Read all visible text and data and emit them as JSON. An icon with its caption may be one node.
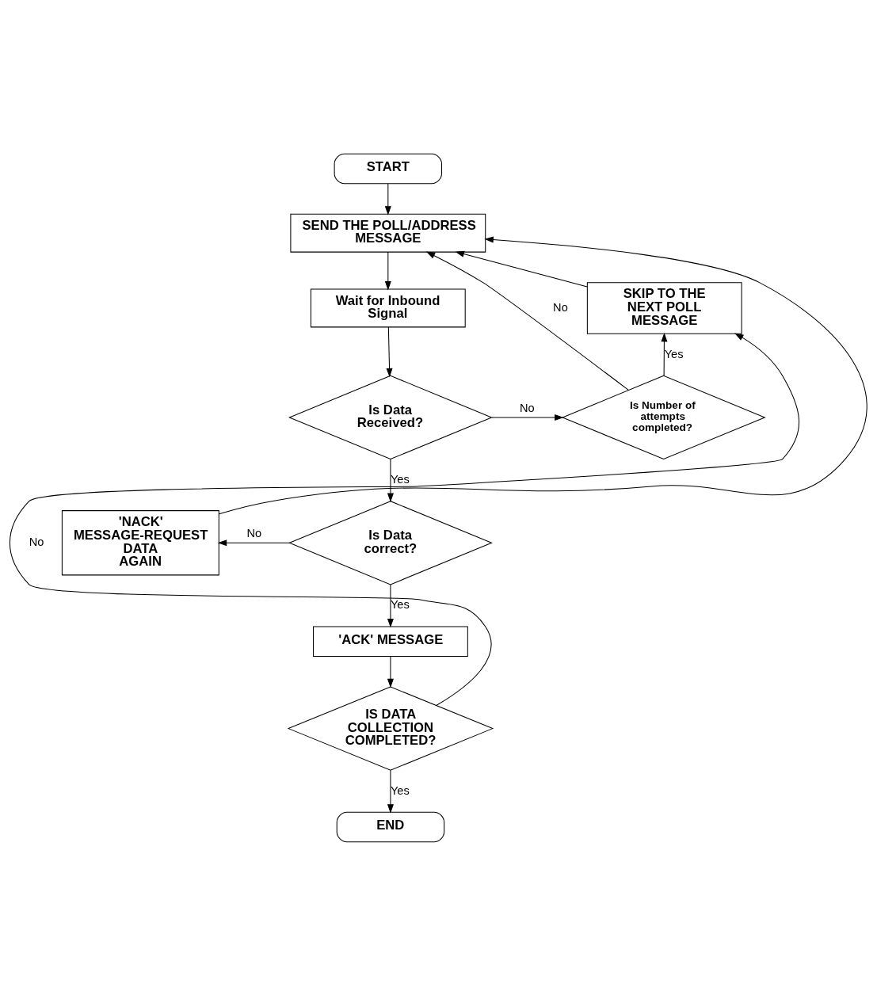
{
  "diagram": {
    "nodes": [
      {
        "text": [
          "START"
        ]
      },
      {
        "text": [
          "SEND THE POLL/ADDRESS MESSAGE"
        ]
      },
      {
        "text": [
          "Wait for Inbound Signal"
        ]
      },
      {
        "text": [
          "Is Data Received?"
        ]
      },
      {
        "text": [
          "Is Number of attempts completed?"
        ]
      },
      {
        "text": [
          "SKIP TO THE NEXT POLL MESSAGE"
        ]
      },
      {
        "text": [
          "'NACK' MESSAGE-REQUEST DATA AGAIN"
        ]
      },
      {
        "text": [
          "Is Data correct?"
        ]
      },
      {
        "text": [
          "'ACK' MESSAGE"
        ]
      },
      {
        "text": [
          "IS DATA COLLECTION COMPLETED?"
        ]
      },
      {
        "text": [
          "END"
        ]
      }
    ],
    "edges": [
      {
        "from": 0,
        "to": 1,
        "arrow": "to"
      },
      {
        "from": 1,
        "to": 2,
        "arrow": "to"
      },
      {
        "from": 2,
        "to": 3,
        "arrow": "to"
      },
      {
        "from": 3,
        "to": 4,
        "arrow": "to",
        "label": "No"
      },
      {
        "from": 4,
        "to": 1,
        "arrow": "to",
        "label": "No"
      },
      {
        "from": 4,
        "to": 5,
        "arrow": "to",
        "label": "Yes"
      },
      {
        "from": 5,
        "to": 1,
        "arrow": "to"
      },
      {
        "from": 3,
        "to": 7,
        "arrow": "to",
        "label": "Yes"
      },
      {
        "from": 7,
        "to": 6,
        "arrow": "to",
        "label": "No"
      },
      {
        "from": 6,
        "to": 1,
        "arrow": "to"
      },
      {
        "from": 7,
        "to": 8,
        "arrow": "to",
        "label": "Yes"
      },
      {
        "from": 8,
        "to": 9,
        "arrow": "to"
      },
      {
        "from": 9,
        "to": 5,
        "arrow": "to",
        "label": "No"
      },
      {
        "from": 9,
        "to": 10,
        "arrow": "to",
        "label": "Yes"
      }
    ]
  }
}
